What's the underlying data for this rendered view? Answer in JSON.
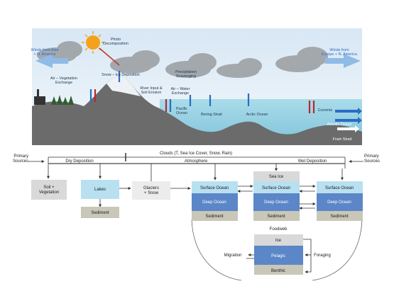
{
  "illustration": {
    "photo_decomposition": "Photo\nDecomposition",
    "winds_left": "Winds from Asia\n+ N. America",
    "winds_right": "Winds from\nEurope + N. America",
    "air_vegetation": "Air – Vegetation\nExchange",
    "snow_ice_deposition": "Snow – Ice Deposition",
    "precipitation_scavenging": "Precipitation\nScavenging",
    "river_input": "River Input &\nSoil Erosion",
    "air_water": "Air – Water\nExchange",
    "pacific_ocean": "Pacific\nOcean",
    "bering_strait": "Bering Strait",
    "arctic_ocean": "Arctic Ocean",
    "currents": "Currents",
    "atlantic_ocean": "Atlantic Ocean",
    "fram_strait": "Fram Strait"
  },
  "flow": {
    "clouds": "Clouds (T, Sea Ice Cover, Snow, Rain)",
    "primary_sources_left": "Primary\nSources",
    "primary_sources_right": "Primary\nSources",
    "dry_deposition": "Dry Deposition",
    "atmosphere": "Atmosphere",
    "wet_deposition": "Wet Deposition",
    "soil_vegetation": "Soil +\nVegetation",
    "lakes": "Lakes",
    "glaciers_snow": "Glaciers\n+ Snow",
    "sea_ice": "Sea Ice",
    "surface_ocean": "Surface Ocean",
    "deep_ocean": "Deep Ocean",
    "sediment": "Sediment",
    "foodweb": "Foodweb",
    "ice": "Ice",
    "pelagic": "Pelagic",
    "benthic": "Benthic",
    "migration": "Migration",
    "foraging": "Foraging"
  },
  "colors": {
    "sky": "#e8f1f9",
    "land": "#6e6e6e",
    "ocean": "#9fd3e6",
    "surface_box": "#b8e0f0",
    "deep_box": "#5b86c8",
    "sediment_box": "#c9c7b8",
    "neutral_box": "#d9d9d9",
    "arrow_red": "#b7282e",
    "arrow_blue": "#2b6cc4"
  }
}
